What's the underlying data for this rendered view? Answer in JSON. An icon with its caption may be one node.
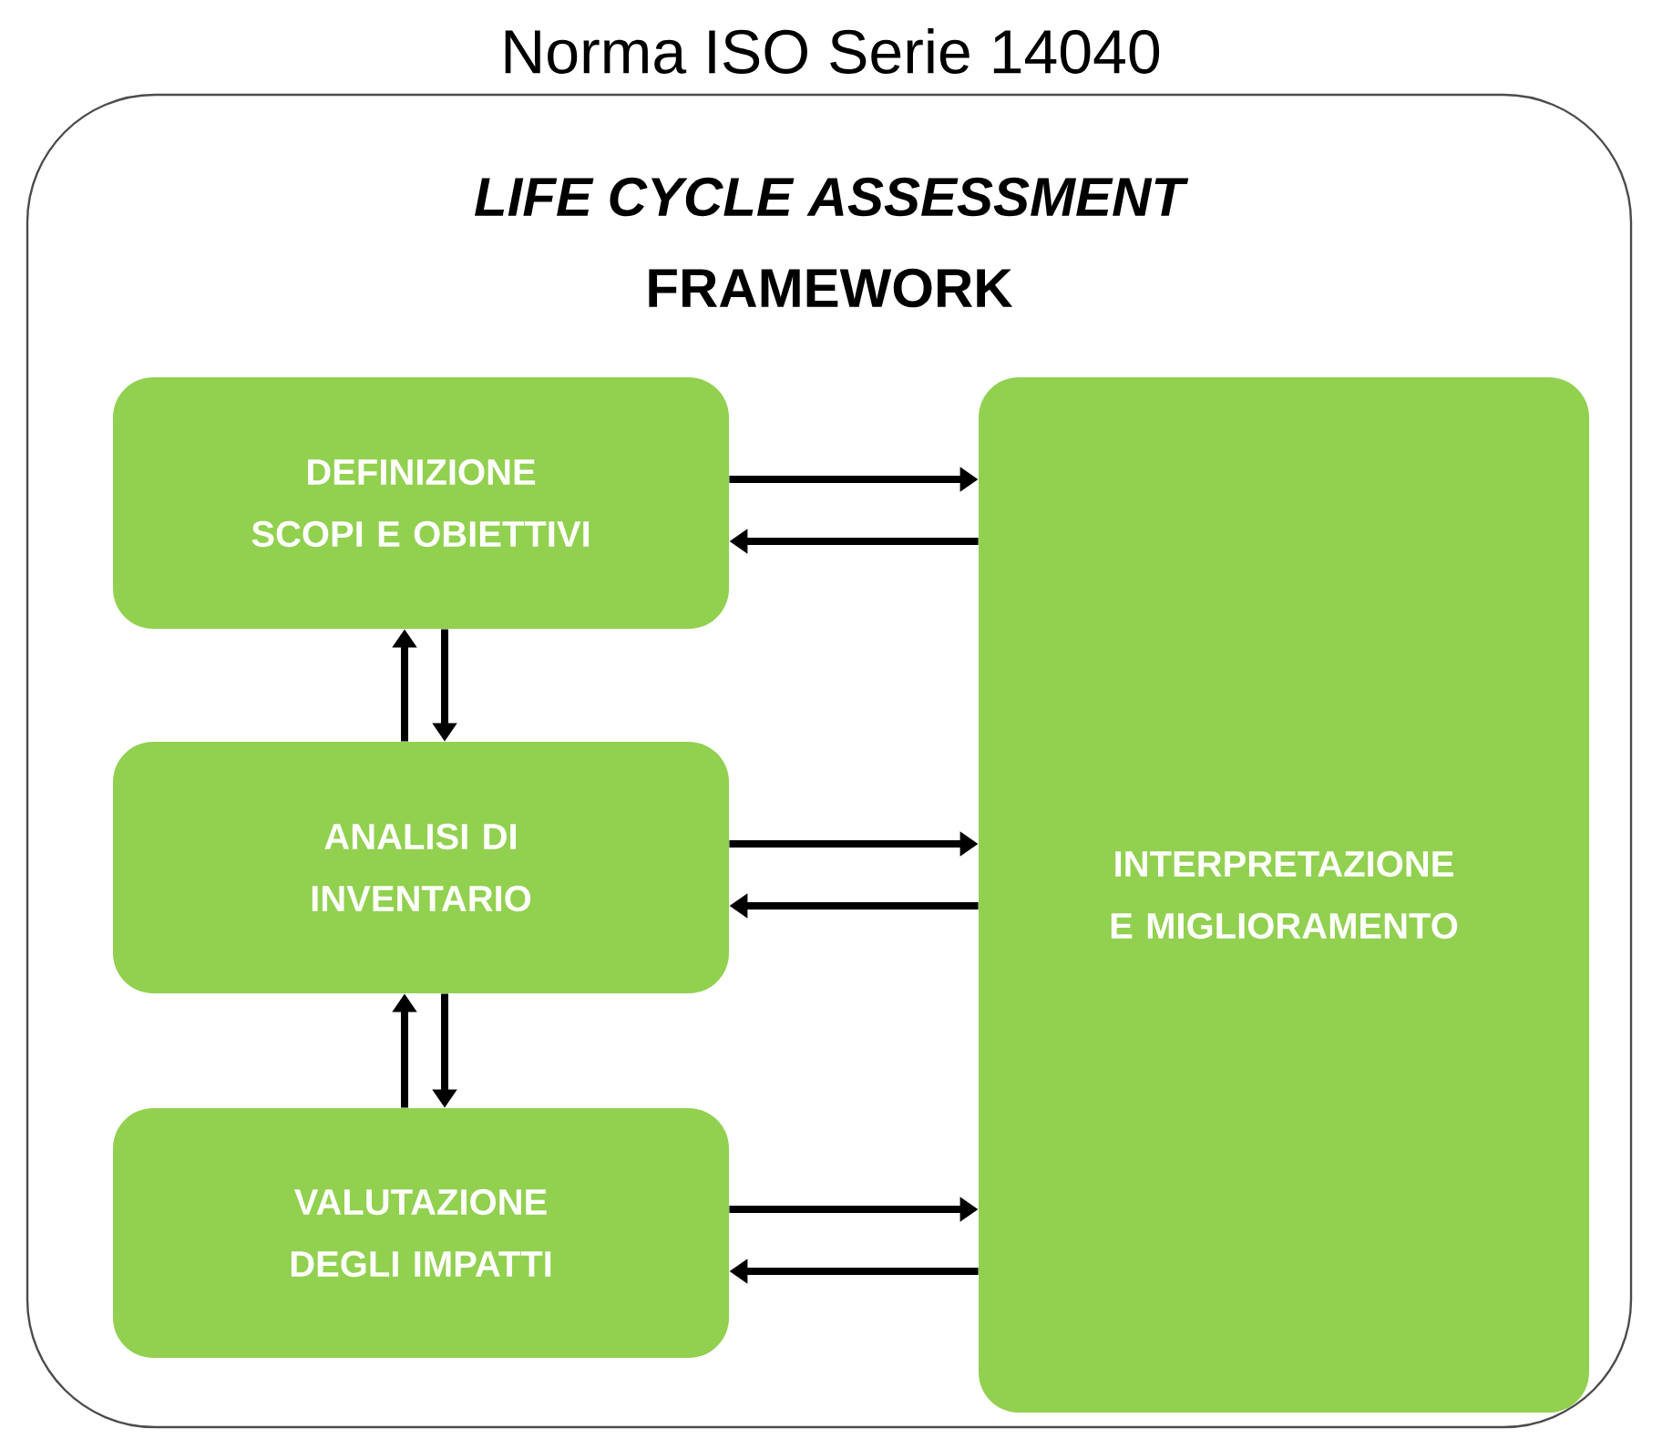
{
  "diagram": {
    "title": "Norma ISO Serie 14040",
    "nodes": [
      {
        "text": [
          "LIFE CYCLE ASSESSMENT",
          "FRAMEWORK"
        ]
      },
      {
        "text": [
          "DEFINIZIONE SCOPI E OBIETTIVI"
        ],
        "in": 0
      },
      {
        "text": [
          "ANALISI DI INVENTARIO"
        ],
        "in": 0
      },
      {
        "text": [
          "VALUTAZIONE DEGLI IMPATTI"
        ],
        "in": 0
      },
      {
        "text": [
          "INTERPRETAZIONE E MIGLIORAMENTO"
        ],
        "in": 0
      }
    ],
    "edges": [
      {
        "from": 1,
        "to": 4,
        "arrow": "to"
      },
      {
        "from": 4,
        "to": 1,
        "arrow": "to"
      },
      {
        "from": 2,
        "to": 1,
        "arrow": "to"
      },
      {
        "from": 1,
        "to": 2,
        "arrow": "to"
      },
      {
        "from": 2,
        "to": 4,
        "arrow": "to"
      },
      {
        "from": 4,
        "to": 2,
        "arrow": "to"
      },
      {
        "from": 3,
        "to": 2,
        "arrow": "to"
      },
      {
        "from": 2,
        "to": 3,
        "arrow": "to"
      },
      {
        "from": 3,
        "to": 4,
        "arrow": "to"
      },
      {
        "from": 4,
        "to": 3,
        "arrow": "to"
      }
    ]
  }
}
